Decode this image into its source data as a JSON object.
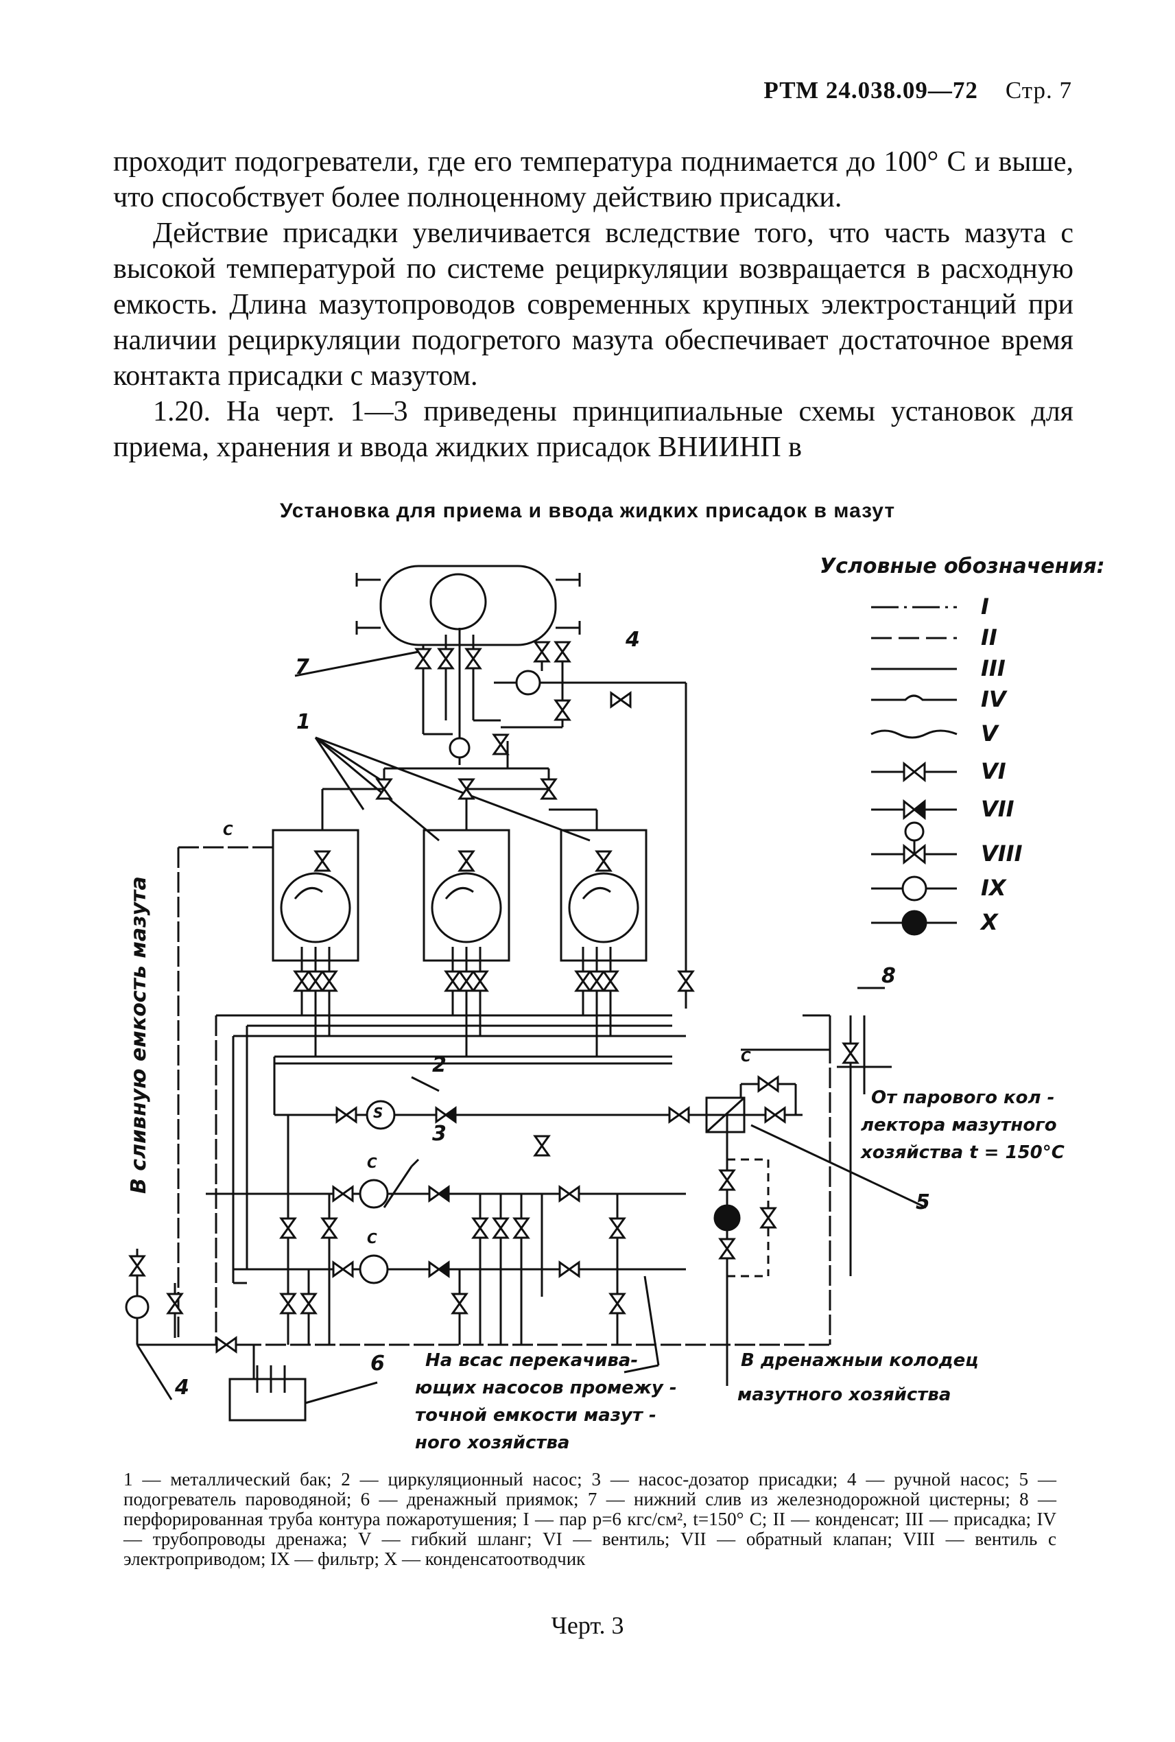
{
  "header": {
    "doc_code": "РТМ 24.038.09—72",
    "page": "Стр. 7"
  },
  "body": {
    "p1": "проходит подогреватели, где его температура поднимается до 100° С и выше, что способствует более полноценному действию присадки.",
    "p2": "Действие присадки увеличивается вследствие того, что часть мазута с высокой температурой по системе рециркуляции возвращается в расходную емкость. Длина мазутопроводов современных крупных электростанций при наличии рециркуляции подогретого мазута обеспечивает достаточное время контакта присадки с мазутом.",
    "p3": "1.20. На черт. 1—3 приведены принципиальные схемы установок для приема, хранения и ввода жидких присадок ВНИИНП в"
  },
  "figure": {
    "title": "Установка для приема и ввода жидких присадок в мазут",
    "legend_title": "Условные обозначения:",
    "legend": [
      "I",
      "II",
      "III",
      "IV",
      "V",
      "VI",
      "VII",
      "VIII",
      "IX",
      "X"
    ],
    "labels": {
      "n1": "1",
      "n2": "2",
      "n3": "3",
      "n4a": "4",
      "n4b": "4",
      "n5": "5",
      "n6": "6",
      "n7": "7",
      "n8": "8",
      "pump_s": "S",
      "pump_c1": "C",
      "pump_c2": "C",
      "valve_c1": "C",
      "valve_c2": "C",
      "drain_left": "В сливную емкость мазута",
      "from_collector_1": "От парового кол -",
      "from_collector_2": "лектора мазутного",
      "from_collector_3": "хозяйства  t = 150°C",
      "suction_1": "На всас перекачива-",
      "suction_2": "ющих насосов промежу -",
      "suction_3": "точной емкости мазут -",
      "suction_4": "ного хозяйства",
      "well_1": "В дренажныи колодец",
      "well_2": "мазутного хозяйства"
    },
    "line_marks": [
      "I",
      "III",
      "III",
      "III",
      "I",
      "III",
      "III",
      "I",
      "III",
      "III",
      "III",
      "III",
      "III",
      "III",
      "III",
      "III",
      "III",
      "III"
    ]
  },
  "caption": "1 — металлический бак; 2 — циркуляционный насос; 3 — насос-дозатор присадки; 4 — ручной насос; 5 — подогреватель пароводяной; 6 — дренажный приямок; 7 — нижний слив из железнодорожной цистерны; 8 — перфорированная труба контура пожаротушения; I — пар p=6 кгс/см², t=150° С; II — конденсат; III — присадка; IV — трубопроводы дренажа; V — гибкий шланг; VI — вентиль; VII — обратный клапан; VIII — вентиль с электроприводом; IX — фильтр; X — конденсатоотводчик",
  "figure_number": "Черт. 3"
}
